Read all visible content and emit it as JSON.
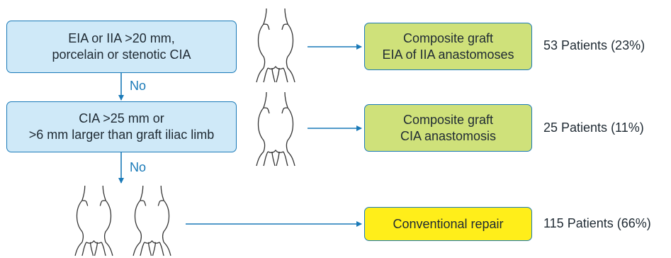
{
  "decision_1": {
    "line1": "EIA or IIA >20 mm,",
    "line2": "porcelain or stenotic CIA"
  },
  "decision_2": {
    "line1": "CIA >25 mm or",
    "line2": ">6 mm larger than graft iliac limb"
  },
  "no_label_1": "No",
  "no_label_2": "No",
  "outcome_1": {
    "line1": "Composite graft",
    "line2": "EIA of IIA anastomoses",
    "patients": "53 Patients (23%)"
  },
  "outcome_2": {
    "line1": "Composite graft",
    "line2": "CIA anastomosis",
    "patients": "25 Patients (11%)"
  },
  "outcome_3": {
    "line1": "Conventional repair",
    "patients": "115 Patients (66%)"
  },
  "icons": [
    "aneurysm-diagram-icon"
  ],
  "colors": {
    "decision_fill": "#cfe9f8",
    "composite_fill": "#cfe17a",
    "conventional_fill": "#ffee1a",
    "connector": "#1a7ab8"
  }
}
